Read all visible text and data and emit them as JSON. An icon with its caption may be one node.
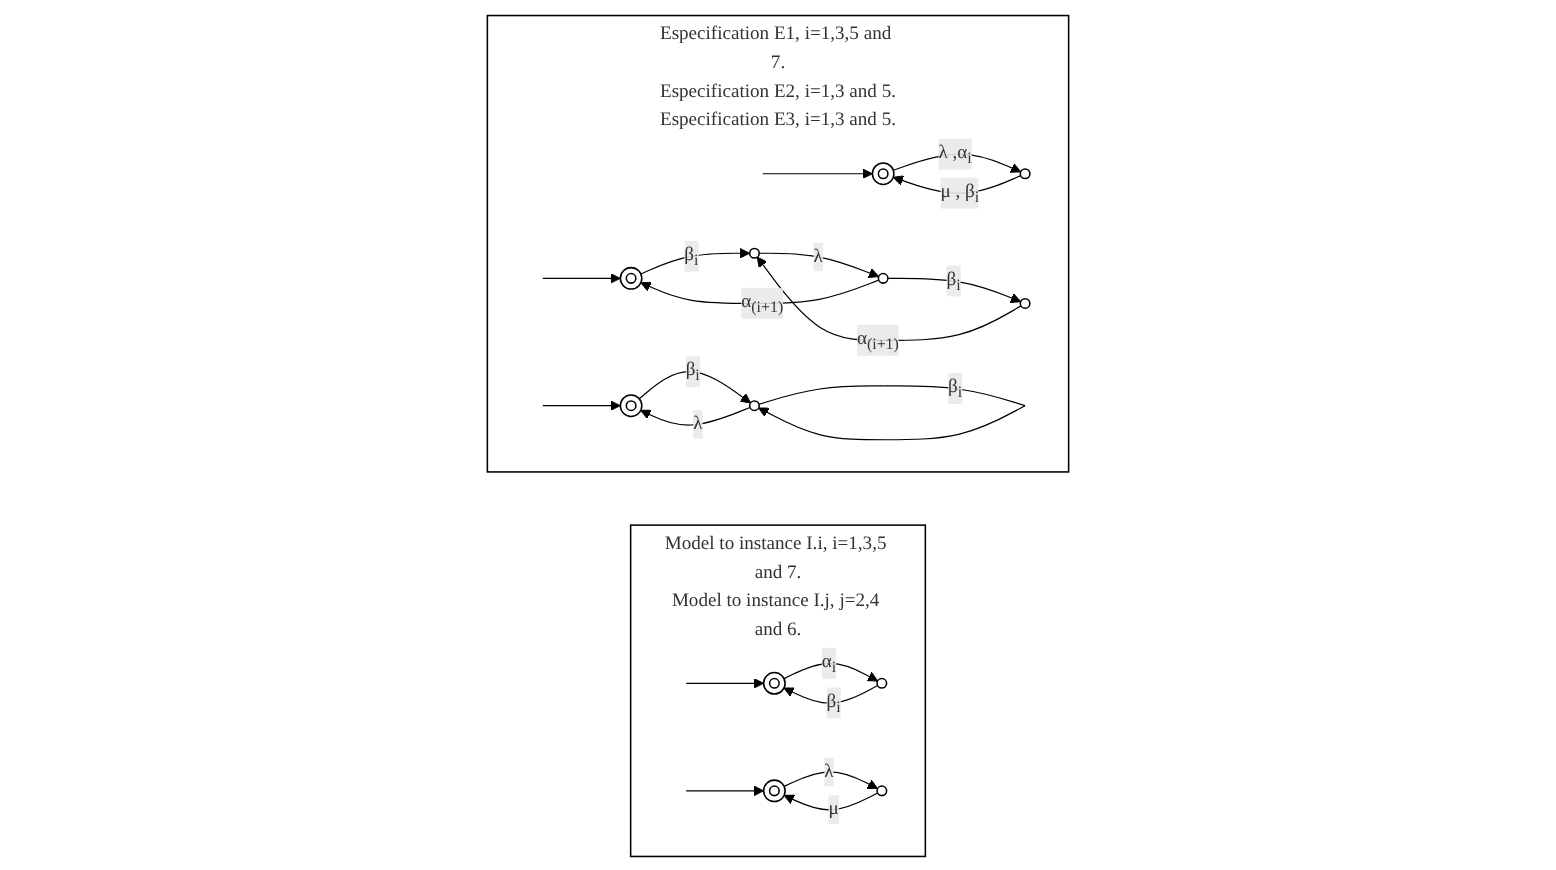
{
  "diagram": {
    "nodes": [
      {
        "text": [
          "Model to instance I.i, i=1,3,5 and 7.",
          "Model to instance I.j, j=2,4 and 6."
        ]
      },
      {
        "text": [],
        "shape": "doublecircle",
        "in": 0
      },
      {
        "text": [],
        "shape": "circle",
        "in": 0
      },
      {
        "text": [],
        "shape": "doublecircle",
        "in": 0
      },
      {
        "text": [],
        "shape": "circle",
        "in": 0
      },
      {
        "text": [
          "Especification E1, i=1,3,5 and 7.",
          "Especification E2, i=1,3 and 5.",
          "Especification E3, i=1,3 and 5."
        ]
      },
      {
        "text": [],
        "shape": "doublecircle",
        "in": 5
      },
      {
        "text": [],
        "shape": "circle",
        "in": 5
      },
      {
        "text": [],
        "shape": "doublecircle",
        "in": 5
      },
      {
        "text": [],
        "shape": "circle",
        "in": 5
      },
      {
        "text": [],
        "shape": "circle",
        "in": 5
      },
      {
        "text": [],
        "shape": "circle",
        "in": 5
      },
      {
        "text": [],
        "shape": "doublecircle",
        "in": 5
      },
      {
        "text": [],
        "shape": "circle",
        "in": 5
      }
    ],
    "edges": [
      {
        "from": null,
        "to": 1,
        "arrow": "to"
      },
      {
        "from": 1,
        "to": 2,
        "arrow": "to",
        "label": "α$_{i}$"
      },
      {
        "from": 2,
        "to": 1,
        "arrow": "to",
        "label": "β$_{i}$"
      },
      {
        "from": null,
        "to": 3,
        "arrow": "to"
      },
      {
        "from": 3,
        "to": 4,
        "arrow": "to",
        "label": "λ"
      },
      {
        "from": 4,
        "to": 3,
        "arrow": "to",
        "label": "μ"
      },
      {
        "from": null,
        "to": 6,
        "arrow": "to"
      },
      {
        "from": 6,
        "to": 7,
        "arrow": "to",
        "label": "λ ,α$_{i}$"
      },
      {
        "from": 7,
        "to": 6,
        "arrow": "to",
        "label": "μ , β$_{i}$"
      },
      {
        "from": null,
        "to": 8,
        "arrow": "to"
      },
      {
        "from": 8,
        "to": 9,
        "arrow": "to",
        "label": "β$_{i}$"
      },
      {
        "from": 9,
        "to": 10,
        "arrow": "to",
        "label": "λ"
      },
      {
        "from": 10,
        "to": 11,
        "arrow": "to",
        "label": "β$_{i}$"
      },
      {
        "from": 10,
        "to": 8,
        "arrow": "to",
        "label": "α$_{(i+1)}$"
      },
      {
        "from": 11,
        "to": 9,
        "arrow": "to",
        "label": "α$_{(i+1)}$"
      },
      {
        "from": null,
        "to": 12,
        "arrow": "to"
      },
      {
        "from": 12,
        "to": 13,
        "arrow": "to",
        "label": "β$_{i}$"
      },
      {
        "from": 13,
        "to": 13,
        "arrow": "to",
        "label": "β$_{i}$"
      },
      {
        "from": 13,
        "to": 12,
        "arrow": "to",
        "label": "λ"
      }
    ]
  }
}
